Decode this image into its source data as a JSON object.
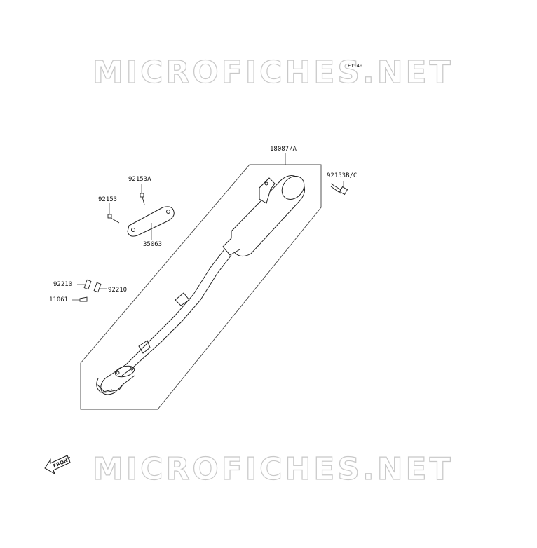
{
  "figure_code": "E1140",
  "watermarks": [
    "MICROFICHES.NET",
    "MICROFICHES.NET"
  ],
  "front_arrow_label": "FRONT",
  "parts": {
    "muffler": "18087/A",
    "bolt_bc": "92153B/C",
    "bolt_a": "92153A",
    "bolt": "92153",
    "bracket": "35063",
    "collar_left": "92210",
    "collar_right": "92210",
    "gasket": "11061"
  }
}
